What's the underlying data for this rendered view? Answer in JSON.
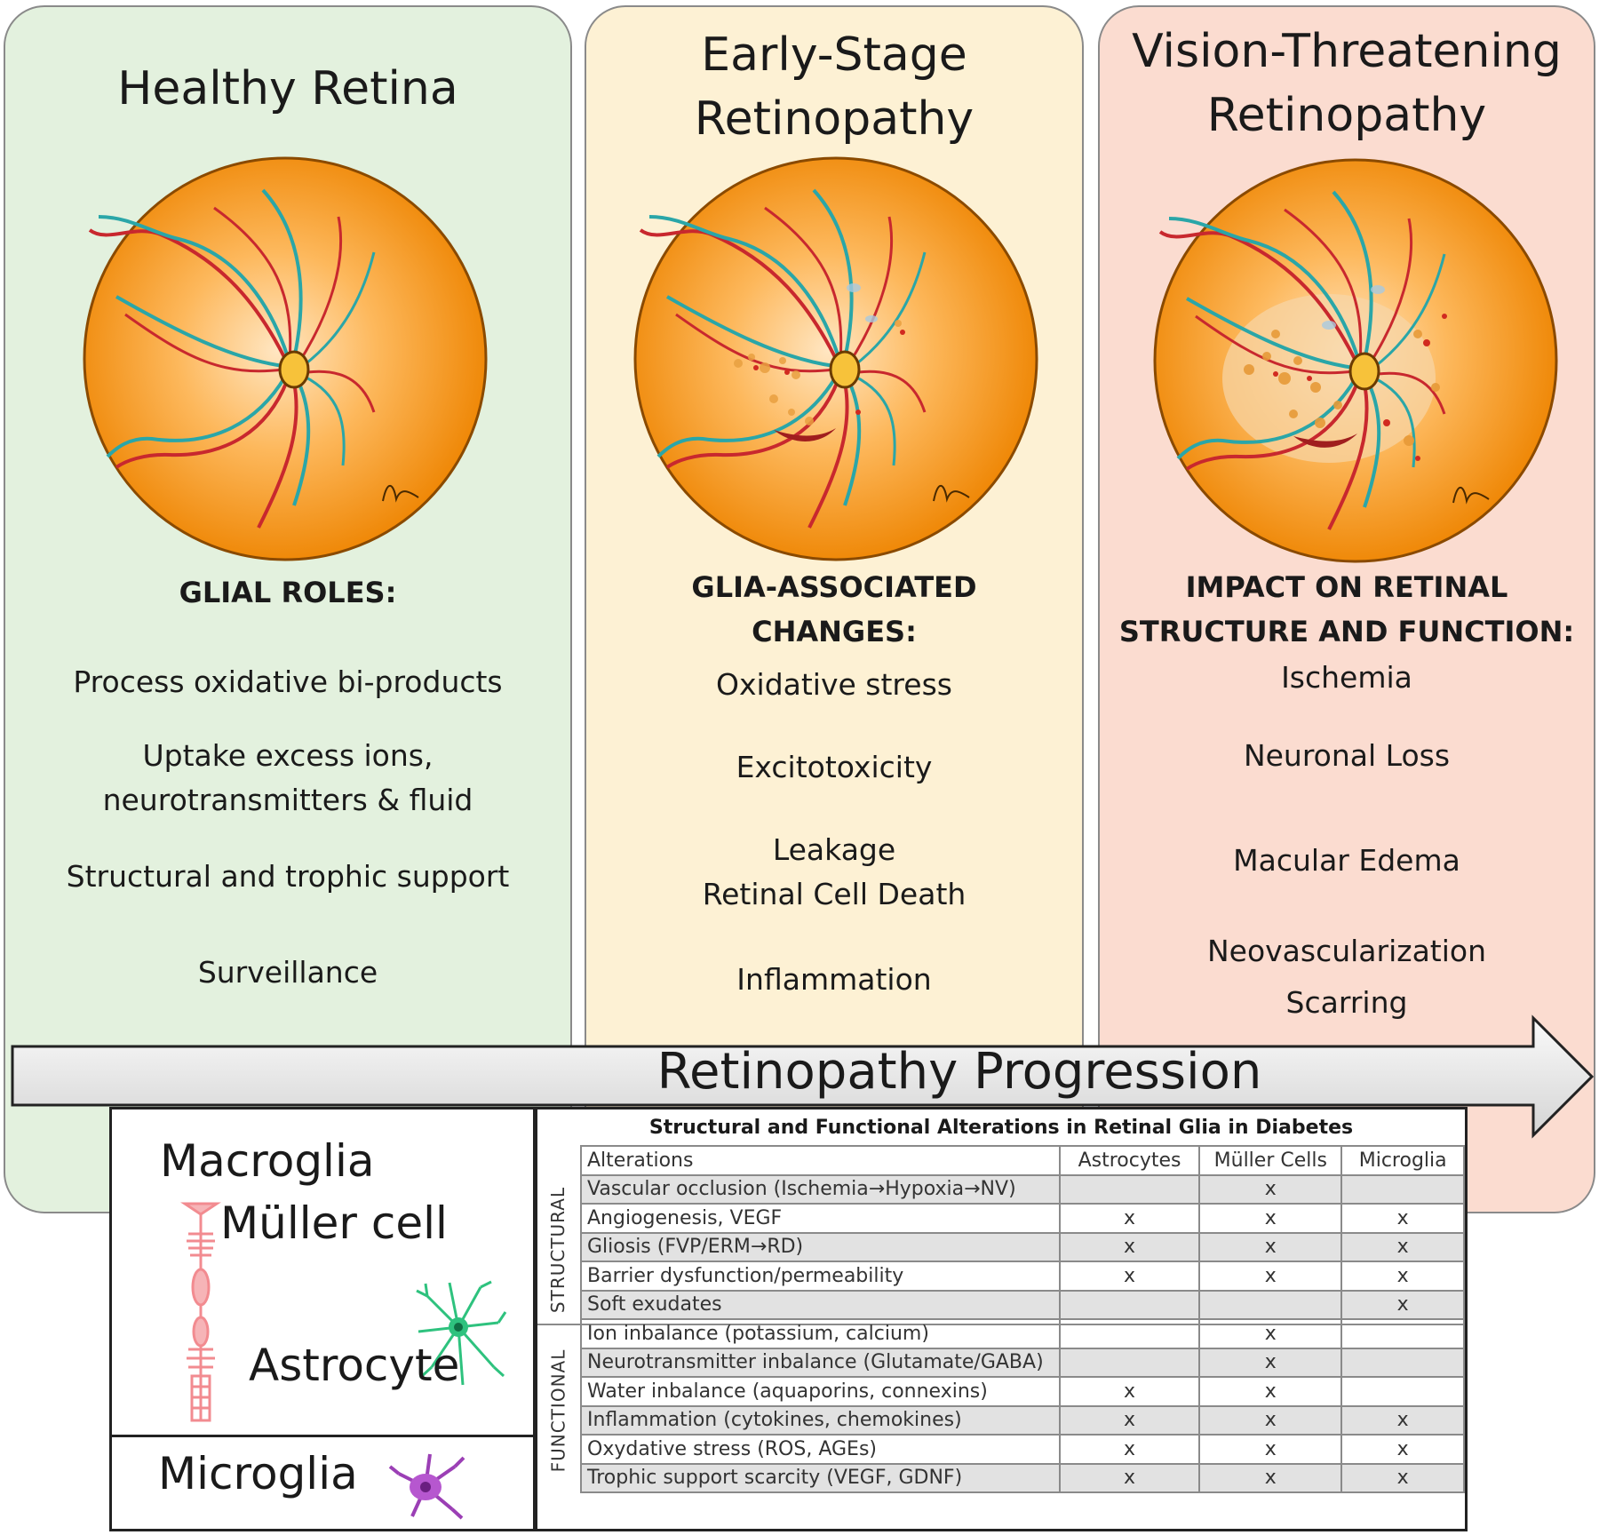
{
  "panels": {
    "healthy": {
      "title": "Healthy Retina",
      "heading": "GLIAL ROLES:",
      "items": [
        "Process oxidative bi-products",
        "Uptake excess ions,",
        "neurotransmitters & fluid",
        "Structural and trophic support",
        "Surveillance"
      ]
    },
    "early": {
      "title": [
        "Early-Stage",
        "Retinopathy"
      ],
      "heading": [
        "GLIA-ASSOCIATED",
        "CHANGES:"
      ],
      "items": [
        "Oxidative stress",
        "Excitotoxicity",
        "Leakage",
        "Retinal Cell Death",
        "Inflammation"
      ]
    },
    "threatening": {
      "title": [
        "Vision-Threatening",
        "Retinopathy"
      ],
      "heading": [
        "IMPACT ON RETINAL",
        "STRUCTURE AND FUNCTION:"
      ],
      "items": [
        "Ischemia",
        "Neuronal Loss",
        "Macular Edema",
        "Neovascularization",
        "Scarring"
      ]
    }
  },
  "arrow": {
    "label": "Retinopathy Progression"
  },
  "legend": {
    "macroglia": "Macroglia",
    "muller": "Müller cell",
    "astrocyte": "Astrocyte",
    "microglia": "Microglia"
  },
  "table": {
    "title": "Structural and Functional Alterations in Retinal Glia in Diabetes",
    "columns": [
      "Alterations",
      "Astrocytes",
      "Müller Cells",
      "Microglia"
    ],
    "groups": {
      "structural": "STRUCTURAL",
      "functional": "FUNCTIONAL"
    },
    "rows": [
      {
        "label": "Vascular occlusion (Ischemia→Hypoxia→NV)",
        "astro": "",
        "muller": "x",
        "micro": ""
      },
      {
        "label": "Angiogenesis, VEGF",
        "astro": "x",
        "muller": "x",
        "micro": "x"
      },
      {
        "label": "Gliosis (FVP/ERM→RD)",
        "astro": "x",
        "muller": "x",
        "micro": "x"
      },
      {
        "label": "Barrier dysfunction/permeability",
        "astro": "x",
        "muller": "x",
        "micro": "x"
      },
      {
        "label": "Soft exudates",
        "astro": "",
        "muller": "",
        "micro": "x"
      },
      {
        "label": "Ion inbalance (potassium, calcium)",
        "astro": "",
        "muller": "x",
        "micro": ""
      },
      {
        "label": "Neurotransmitter inbalance (Glutamate/GABA)",
        "astro": "",
        "muller": "x",
        "micro": ""
      },
      {
        "label": "Water inbalance  (aquaporins, connexins)",
        "astro": "x",
        "muller": "x",
        "micro": ""
      },
      {
        "label": "Inflammation (cytokines, chemokines)",
        "astro": "x",
        "muller": "x",
        "micro": "x"
      },
      {
        "label": "Oxydative stress (ROS, AGEs)",
        "astro": "x",
        "muller": "x",
        "micro": "x"
      },
      {
        "label": "Trophic support scarcity (VEGF, GDNF)",
        "astro": "x",
        "muller": "x",
        "micro": "x"
      }
    ]
  },
  "colors": {
    "healthy_bg": "#e3f1de",
    "early_bg": "#fdf1d4",
    "threat_bg": "#fbdcd0",
    "retina_center": "#ffe2b8",
    "retina_edge": "#f08a05",
    "artery": "#c8282e",
    "vein": "#2aa6a8",
    "muller": "#f28b90",
    "astrocyte": "#2ec27e",
    "microglia": "#9b3fb5"
  }
}
